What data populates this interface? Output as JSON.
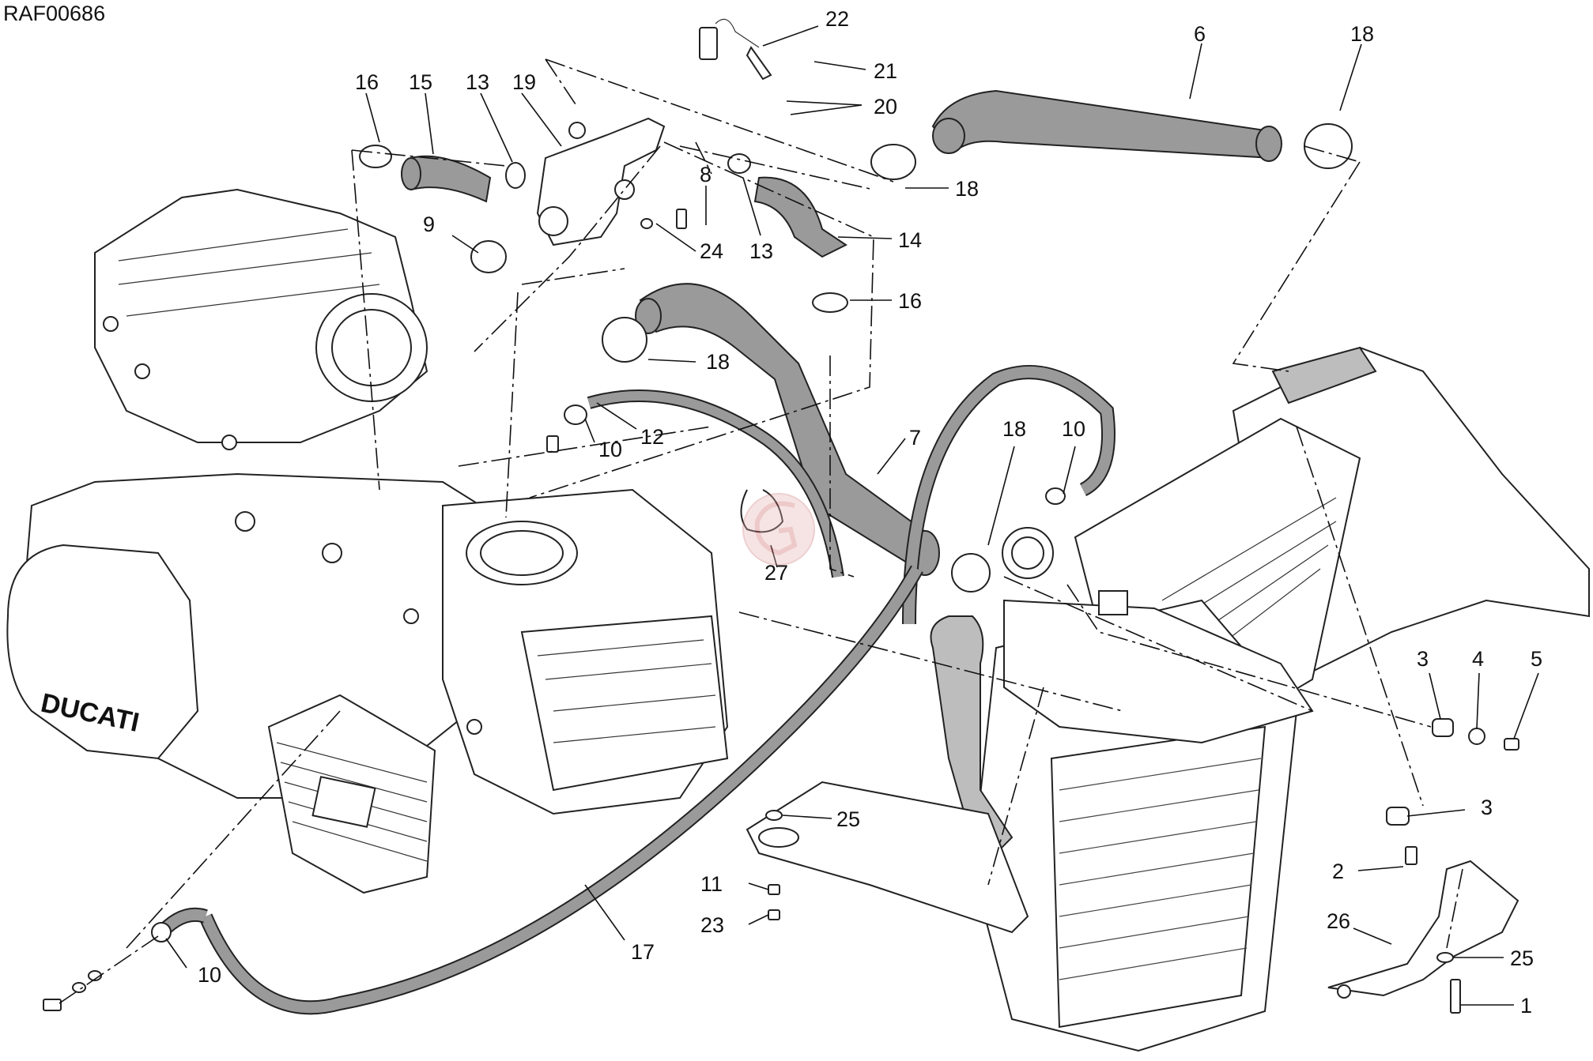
{
  "diagram": {
    "code": "RAF00686",
    "callouts": [
      {
        "id": "c22",
        "text": "22"
      },
      {
        "id": "c21",
        "text": "21"
      },
      {
        "id": "c20",
        "text": "20"
      },
      {
        "id": "c6",
        "text": "6"
      },
      {
        "id": "c18a",
        "text": "18"
      },
      {
        "id": "c18b",
        "text": "18"
      },
      {
        "id": "c16a",
        "text": "16"
      },
      {
        "id": "c15",
        "text": "15"
      },
      {
        "id": "c13a",
        "text": "13"
      },
      {
        "id": "c19",
        "text": "19"
      },
      {
        "id": "c8",
        "text": "8"
      },
      {
        "id": "c9",
        "text": "9"
      },
      {
        "id": "c13b",
        "text": "13"
      },
      {
        "id": "c24",
        "text": "24"
      },
      {
        "id": "c14",
        "text": "14"
      },
      {
        "id": "c16b",
        "text": "16"
      },
      {
        "id": "c18c",
        "text": "18"
      },
      {
        "id": "c12",
        "text": "12"
      },
      {
        "id": "c10a",
        "text": "10"
      },
      {
        "id": "c7",
        "text": "7"
      },
      {
        "id": "c18d",
        "text": "18"
      },
      {
        "id": "c10b",
        "text": "10"
      },
      {
        "id": "c27",
        "text": "27"
      },
      {
        "id": "c3a",
        "text": "3"
      },
      {
        "id": "c4",
        "text": "4"
      },
      {
        "id": "c5",
        "text": "5"
      },
      {
        "id": "c25a",
        "text": "25"
      },
      {
        "id": "c3b",
        "text": "3"
      },
      {
        "id": "c2",
        "text": "2"
      },
      {
        "id": "c11",
        "text": "11"
      },
      {
        "id": "c26",
        "text": "26"
      },
      {
        "id": "c23",
        "text": "23"
      },
      {
        "id": "c25b",
        "text": "25"
      },
      {
        "id": "c17",
        "text": "17"
      },
      {
        "id": "c10c",
        "text": "10"
      },
      {
        "id": "c1",
        "text": "1"
      }
    ],
    "engine_logo_text": "DUCATI"
  }
}
